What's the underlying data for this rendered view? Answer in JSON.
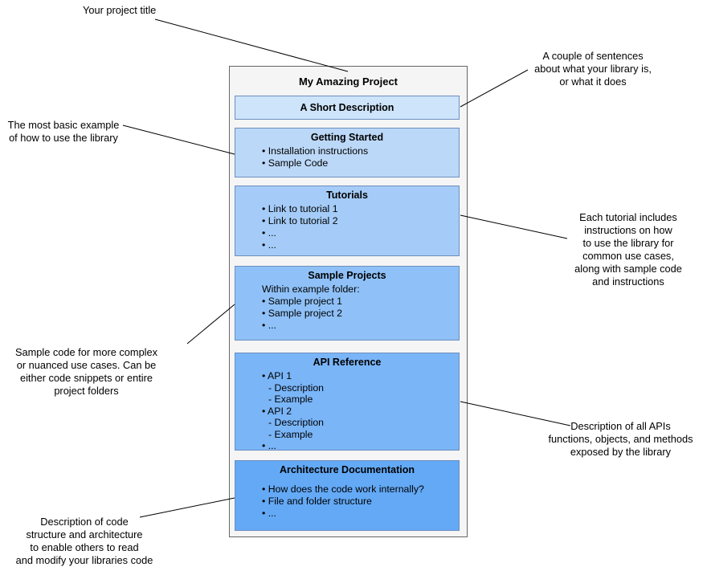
{
  "diagram": {
    "title": "My Amazing Project",
    "sections": [
      {
        "title": "A Short Description",
        "items": []
      },
      {
        "title": "Getting Started",
        "items": [
          {
            "prefix": "•",
            "text": "Installation instructions"
          },
          {
            "prefix": "•",
            "text": "Sample Code"
          }
        ]
      },
      {
        "title": "Tutorials",
        "items": [
          {
            "prefix": "•",
            "text": "Link to tutorial 1"
          },
          {
            "prefix": "•",
            "text": "Link to tutorial 2"
          },
          {
            "prefix": "•",
            "text": "..."
          },
          {
            "prefix": "•",
            "text": "..."
          }
        ]
      },
      {
        "title": "Sample Projects",
        "items": [
          {
            "prefix": "",
            "text": "Within example folder:"
          },
          {
            "prefix": "•",
            "text": "Sample project 1"
          },
          {
            "prefix": "•",
            "text": "Sample project 2"
          },
          {
            "prefix": "•",
            "text": "..."
          }
        ]
      },
      {
        "title": "API Reference",
        "items": [
          {
            "prefix": "•",
            "text": "API 1"
          },
          {
            "prefix": "-",
            "text": "Description"
          },
          {
            "prefix": "-",
            "text": "Example"
          },
          {
            "prefix": "•",
            "text": "API 2"
          },
          {
            "prefix": "-",
            "text": "Description"
          },
          {
            "prefix": "-",
            "text": "Example"
          },
          {
            "prefix": "•",
            "text": "..."
          }
        ]
      },
      {
        "title": "Architecture Documentation",
        "items": [
          {
            "prefix": "•",
            "text": "How does the code work internally?"
          },
          {
            "prefix": "•",
            "text": "File and folder structure"
          },
          {
            "prefix": "•",
            "text": "..."
          }
        ]
      }
    ]
  },
  "annotations": [
    {
      "lines": [
        "Your project title"
      ]
    },
    {
      "lines": [
        "A couple of sentences",
        "about what your library is,",
        "or what it does"
      ]
    },
    {
      "lines": [
        "The most basic example",
        "of how to use the library"
      ]
    },
    {
      "lines": [
        "Each tutorial includes",
        "instructions on how",
        "to use the library for",
        "common use cases,",
        "along with sample code",
        "and instructions"
      ]
    },
    {
      "lines": [
        "Sample code for more complex",
        "or nuanced use cases. Can be",
        "either code snippets or entire",
        "project folders"
      ]
    },
    {
      "lines": [
        "Description of all APIs",
        "functions, objects, and methods",
        "exposed by the library"
      ]
    },
    {
      "lines": [
        "Description of code",
        "structure and architecture",
        "to enable others to read",
        "and modify your libraries code"
      ]
    }
  ],
  "colors": {
    "section_fills": [
      "#cde4fb",
      "#bcd8f8",
      "#a5ccf8",
      "#8fc1f8",
      "#7ab5f8",
      "#63a9f6"
    ],
    "section_border": "#6c8ebf",
    "container_fill": "#f5f5f5",
    "container_border": "#666666",
    "connector": "#000000"
  }
}
